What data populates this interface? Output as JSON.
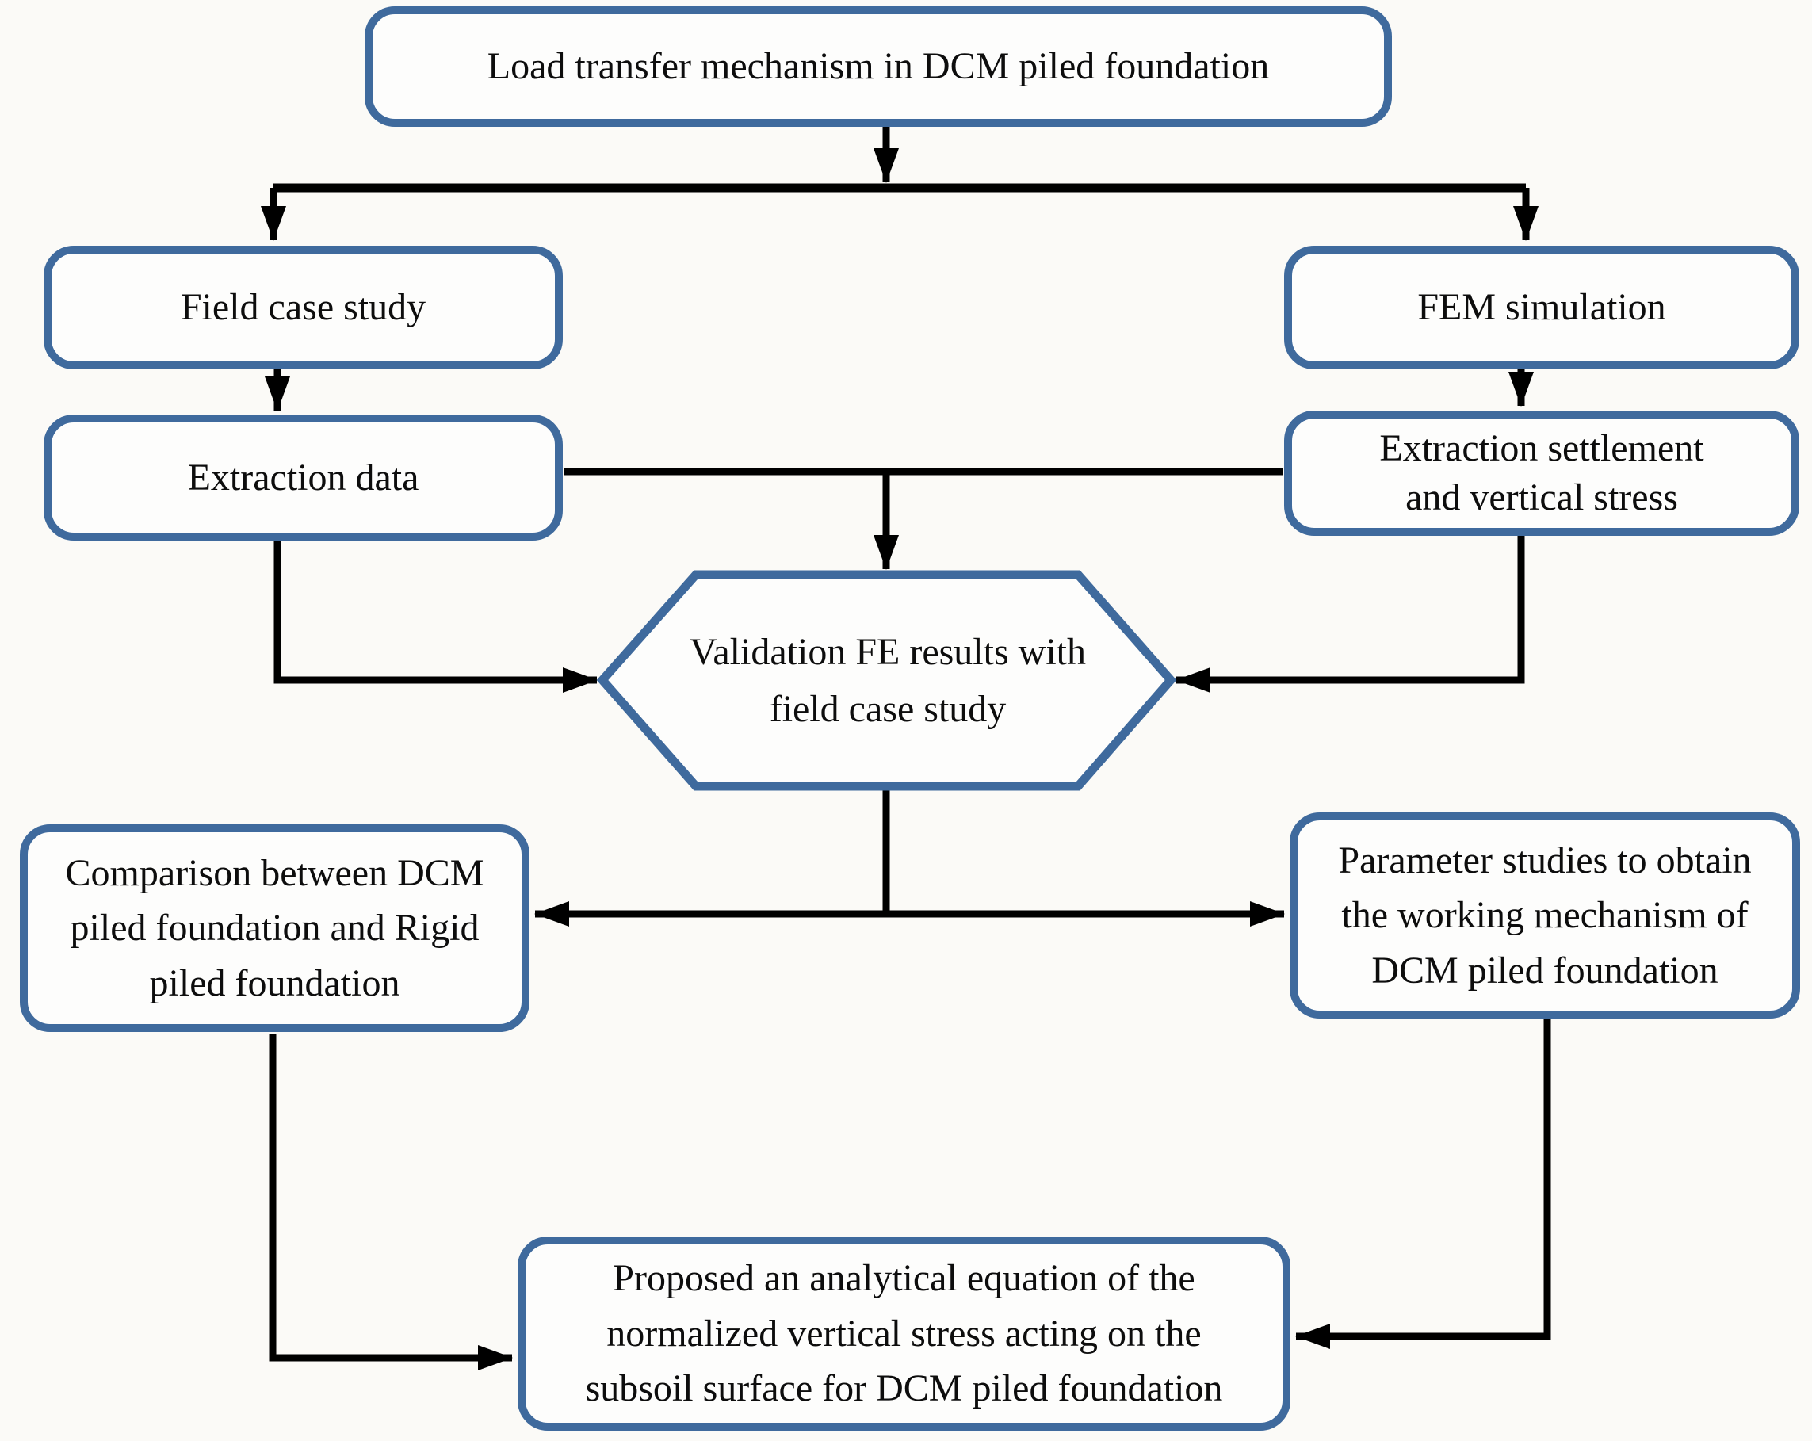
{
  "colors": {
    "box_border": "#3f6a9d",
    "arrow": "#000000",
    "background": "#fbfaf7",
    "box_fill": "#fdfdfc",
    "text": "#0d0d0d"
  },
  "nodes": {
    "top": {
      "shape": "rounded-rect",
      "lines": [
        "Load transfer mechanism in DCM piled foundation"
      ]
    },
    "field": {
      "shape": "rounded-rect",
      "lines": [
        "Field case study"
      ]
    },
    "fem": {
      "shape": "rounded-rect",
      "lines": [
        "FEM simulation"
      ]
    },
    "extraction_data": {
      "shape": "rounded-rect",
      "lines": [
        "Extraction data"
      ]
    },
    "extraction_settlement": {
      "shape": "rounded-rect",
      "lines": [
        "Extraction settlement",
        "and vertical stress"
      ]
    },
    "validation": {
      "shape": "hexagon",
      "lines": [
        "Validation FE results with",
        "field case study"
      ]
    },
    "comparison": {
      "shape": "rounded-rect",
      "lines": [
        "Comparison between DCM",
        "piled foundation and Rigid",
        "piled foundation"
      ]
    },
    "parameter": {
      "shape": "rounded-rect",
      "lines": [
        "Parameter studies to obtain",
        "the working mechanism of",
        "DCM piled foundation"
      ]
    },
    "proposed": {
      "shape": "rounded-rect",
      "lines": [
        "Proposed an analytical equation of the",
        "normalized vertical stress acting on the",
        "subsoil surface for DCM piled foundation"
      ]
    }
  }
}
